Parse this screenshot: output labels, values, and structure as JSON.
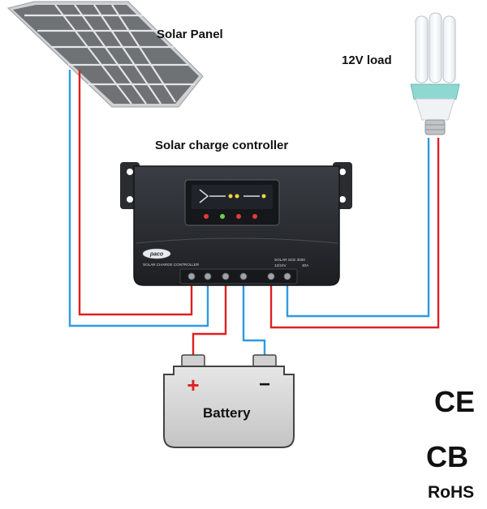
{
  "labels": {
    "solar_panel": "Solar Panel",
    "load": "12V load",
    "controller": "Solar charge controller",
    "battery": "Battery",
    "battery_plus": "+",
    "battery_minus": "−"
  },
  "controller_face": {
    "brand": "paco",
    "product_line": "SOLAR CHARGE CONTROLLER",
    "model": "SOLAR SCE 3030",
    "rating_voltage": "12/24V",
    "rating_current": "30A"
  },
  "certifications": {
    "ce": "CE",
    "cb": "CB",
    "rohs": "RoHS"
  },
  "colors": {
    "positive_wire": "#e02020",
    "negative_wire": "#2e9be0",
    "controller_body": "#2b2e33",
    "panel_cell": "#7d7f82",
    "battery_body": "#d9d9d9",
    "plus_sign": "#e02020"
  }
}
